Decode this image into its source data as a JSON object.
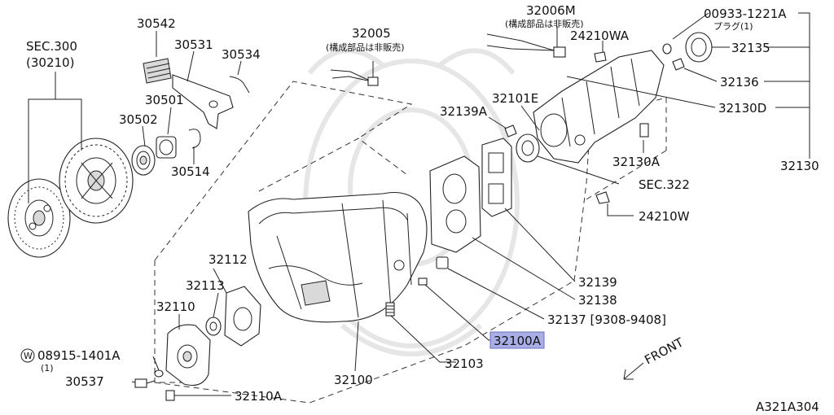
{
  "diagram": {
    "code": "A321A304",
    "front_label": "FRONT",
    "callouts": {
      "sec300": "SEC.300",
      "sec300_sub": "(30210)",
      "p30542": "30542",
      "p30531": "30531",
      "p30534": "30534",
      "p30501": "30501",
      "p30502": "30502",
      "p30514": "30514",
      "p32005": "32005",
      "p32005_note": "構成部品は非販売",
      "p32006M": "32006M",
      "p32006M_note": "構成部品は非販売",
      "p24210WA": "24210WA",
      "p00933": "00933-1221A",
      "p00933_note": "プラグ(1)",
      "p32135": "32135",
      "p32136": "32136",
      "p32130D": "32130D",
      "p32130": "32130",
      "p32101E": "32101E",
      "p32139A": "32139A",
      "p32130A": "32130A",
      "sec322": "SEC.322",
      "p24210W": "24210W",
      "p32112": "32112",
      "p32113": "32113",
      "p32110": "32110",
      "p32139": "32139",
      "p32138": "32138",
      "p32137": "32137 [9308-9408]",
      "p32100A": "32100A",
      "p08915": "08915-1401A",
      "p08915_qty": "(1)",
      "p08915_prefix": "W",
      "p30537": "30537",
      "p32110A": "32110A",
      "p32100": "32100",
      "p32103": "32103"
    }
  }
}
